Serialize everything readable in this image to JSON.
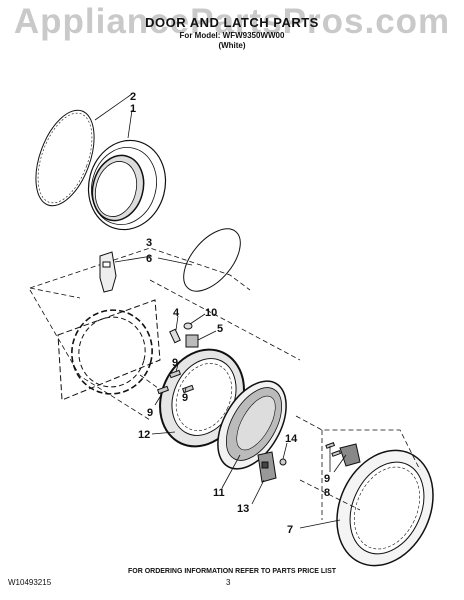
{
  "watermark": "AppliancePartsPros.com",
  "header": {
    "title": "DOOR AND LATCH PARTS",
    "model_line": "For Model: WFW9350WW00",
    "variant": "(White)"
  },
  "callouts": [
    "1",
    "2",
    "3",
    "4",
    "5",
    "6",
    "7",
    "8",
    "9",
    "9",
    "9",
    "9",
    "10",
    "11",
    "12",
    "13",
    "14"
  ],
  "footer": {
    "notice": "FOR ORDERING INFORMATION REFER TO PARTS PRICE LIST",
    "doc_number": "W10493215",
    "page_number": "3"
  }
}
